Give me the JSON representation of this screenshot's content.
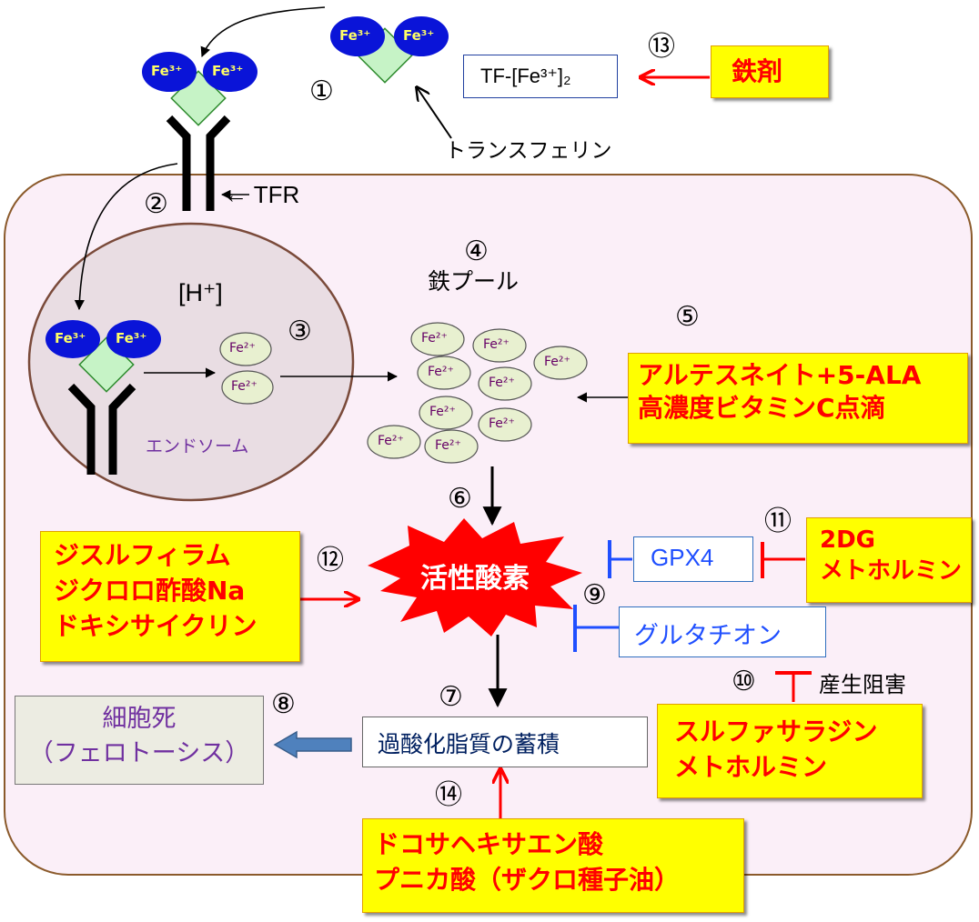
{
  "labels": {
    "tf_complex": "TF-[Fe³⁺]₂",
    "iron_supplement": "鉄剤",
    "transferrin": "トランスフェリン",
    "tfr": "← TFR",
    "h_plus": "[H⁺]",
    "endosome": "エンドソーム",
    "iron_pool": "鉄プール",
    "drug5_line1": "アルテスネイト+5-ALA",
    "drug5_line2": "高濃度ビタミンC点滴",
    "ros": "活性酸素",
    "gpx4": "GPX4",
    "glutathione": "グルタチオン",
    "drug11_line1": "2DG",
    "drug11_line2": "メトホルミン",
    "drug12_line1": "ジスルフィラム",
    "drug12_line2": "ジクロロ酢酸Na",
    "drug12_line3": "ドキシサイクリン",
    "production_inhibition": "産生阻害",
    "drug10_line1": "スルファサラジン",
    "drug10_line2": "メトホルミン",
    "lipid_peroxide": "過酸化脂質の蓄積",
    "cell_death_line1": "細胞死",
    "cell_death_line2": "（フェロトーシス）",
    "drug14_line1": "ドコサヘキサエン酸",
    "drug14_line2": "プニカ酸（ザクロ種子油）"
  },
  "ions": {
    "fe3": "Fe³⁺",
    "fe2": "Fe²⁺"
  },
  "step_numbers": {
    "s1": "①",
    "s2": "②",
    "s3": "③",
    "s4": "④",
    "s5": "⑤",
    "s6": "⑥",
    "s7": "⑦",
    "s8": "⑧",
    "s9": "⑨",
    "s10": "⑩",
    "s11": "⑪",
    "s12": "⑫",
    "s13": "⑬",
    "s14": "⑭"
  },
  "colors": {
    "cell_fill": "#fbeff8",
    "cell_border": "#8b5a2b",
    "endosome_fill": "#e9dde3",
    "endosome_border": "#7a4a3a",
    "fe3_ellipse": "#0a14d8",
    "transferrin_diamond": "#c6f3c6",
    "fe2_ellipse": "#e8f0d0",
    "drug_text": "#ff0000",
    "drug_box": "#ffff00",
    "activate_arrow": "#ff0000",
    "inhibit_red": "#ff0000",
    "inhibit_blue": "#1f4fff",
    "enzyme_text": "#1f4fff",
    "purple_text": "#7030a0",
    "navy_text": "#002060",
    "block_arrow": "#4f81bd"
  }
}
